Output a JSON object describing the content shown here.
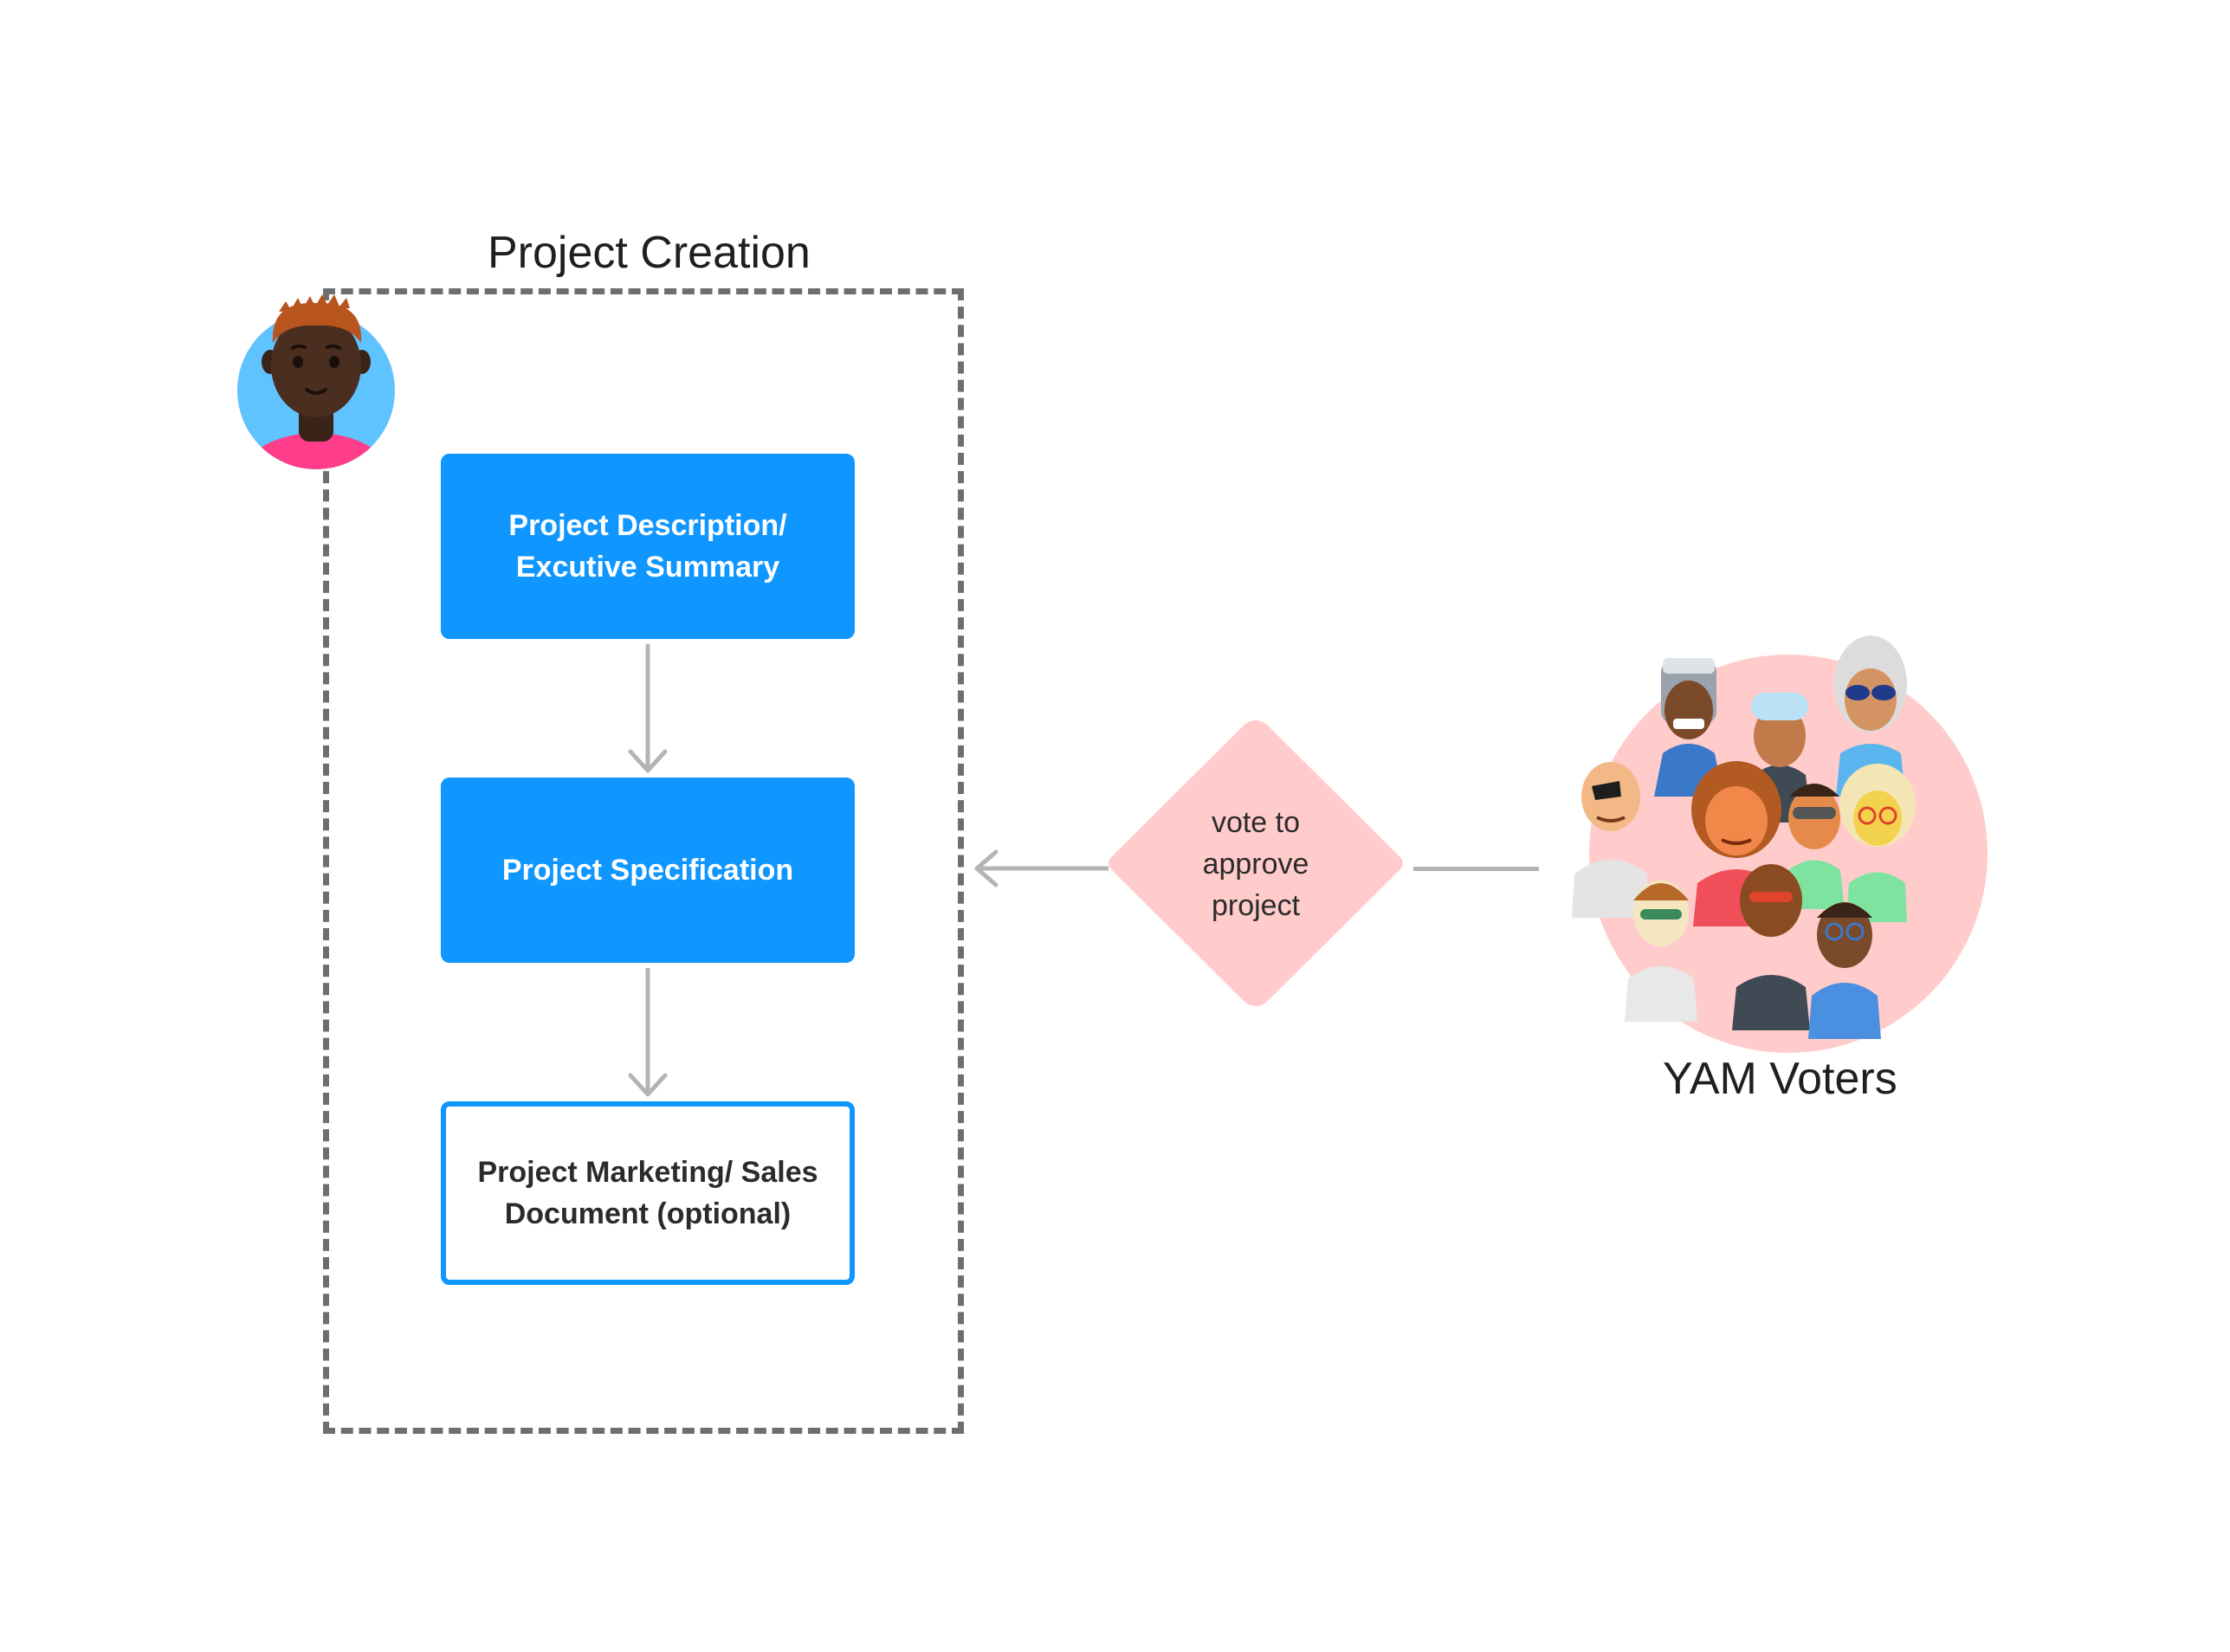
{
  "title": "Project Creation",
  "creation_steps": [
    {
      "label": "Project Description/\nExcutive Summary",
      "style": "filled"
    },
    {
      "label": "Project Specification",
      "style": "filled"
    },
    {
      "label": "Project Marketing/ Sales\nDocument (optional)",
      "style": "outline"
    }
  ],
  "decision": {
    "label": "vote to\napprove\nproject"
  },
  "voters": {
    "label": "YAM Voters"
  },
  "colors": {
    "box_fill": "#0f96ff",
    "diamond_fill": "#ffcccb",
    "dashed_border": "#6e6e6e",
    "arrow": "#b4b4b4",
    "crowd_circle": "#ffcccb",
    "avatar_bg": "#5fc3ff"
  },
  "icons": [
    "creator-avatar-icon",
    "voter-crowd-icon",
    "down-arrow-icon",
    "left-arrow-icon"
  ]
}
